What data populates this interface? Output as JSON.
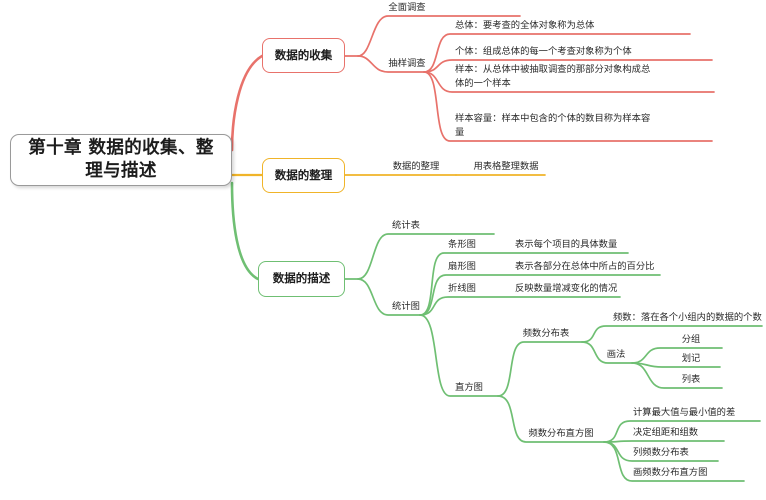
{
  "title": "第十章 数据的收集、整理与描述 思维导图",
  "palette": {
    "red": "#e8726b",
    "yellow": "#f0b429",
    "green": "#6fbf73",
    "root_border": "#9a9a9a",
    "background": "#ffffff",
    "text": "#1c1c1c"
  },
  "root": {
    "label": "第十章 数据的收集、整\n理与描述"
  },
  "branches": {
    "collection": {
      "label": "数据的收集",
      "color": "#e8726b",
      "children": {
        "census": {
          "label": "全面调查"
        },
        "sampling": {
          "label": "抽样调查",
          "children": [
            {
              "label": "总体：要考查的全体对象称为总体"
            },
            {
              "label": "个体：组成总体的每一个考查对象称为个体"
            },
            {
              "label": "样本：从总体中被抽取调查的那部分对象构成总\n体的一个样本"
            },
            {
              "label": "样本容量：样本中包含的个体的数目称为样本容\n量"
            }
          ]
        }
      }
    },
    "organizing": {
      "label": "数据的整理",
      "color": "#f0b429",
      "children": {
        "organize": {
          "label": "数据的整理"
        },
        "table_method": {
          "label": "用表格整理数据"
        }
      }
    },
    "description": {
      "label": "数据的描述",
      "color": "#6fbf73",
      "children": {
        "stat_table": {
          "label": "统计表"
        },
        "stat_chart": {
          "label": "统计图",
          "children": {
            "bar": {
              "label": "条形图",
              "desc": "表示每个项目的具体数量"
            },
            "pie": {
              "label": "扇形图",
              "desc": "表示各部分在总体中所占的百分比"
            },
            "line": {
              "label": "折线图",
              "desc": "反映数量增减变化的情况"
            },
            "histogram": {
              "label": "直方图",
              "children": {
                "freq_table": {
                  "label": "频数分布表",
                  "children": {
                    "frequency": {
                      "label": "频数：落在各个小组内的数据的个数"
                    },
                    "drawing": {
                      "label": "画法",
                      "steps": [
                        {
                          "label": "分组"
                        },
                        {
                          "label": "划记"
                        },
                        {
                          "label": "列表"
                        }
                      ]
                    }
                  }
                },
                "freq_histogram": {
                  "label": "频数分布直方图",
                  "steps": [
                    {
                      "label": "计算最大值与最小值的差"
                    },
                    {
                      "label": "决定组距和组数"
                    },
                    {
                      "label": "列频数分布表"
                    },
                    {
                      "label": "画频数分布直方图"
                    }
                  ]
                }
              }
            }
          }
        }
      }
    }
  }
}
